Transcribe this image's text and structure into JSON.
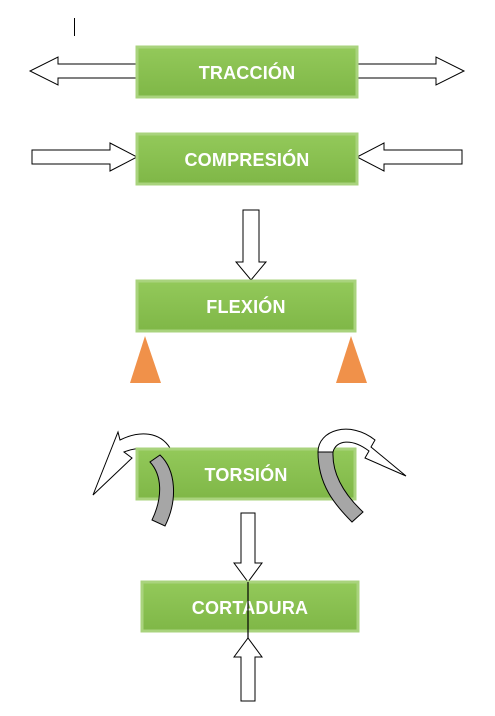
{
  "diagram": {
    "boxes": [
      {
        "id": "traccion",
        "label": "TRACCIÓN"
      },
      {
        "id": "compresion",
        "label": "COMPRESIÓN"
      },
      {
        "id": "flexion",
        "label": "FLEXIÓN"
      },
      {
        "id": "torsion",
        "label": "TORSIÓN"
      },
      {
        "id": "cortadura",
        "label": "CORTADURA"
      }
    ],
    "colors": {
      "box_fill": "#8cc152",
      "box_border": "#a7d279",
      "support_fill": "#f0914a",
      "torsion_arrow_fill": "#a6a6a6",
      "arrow_stroke": "#000000",
      "arrow_fill": "#ffffff"
    }
  }
}
